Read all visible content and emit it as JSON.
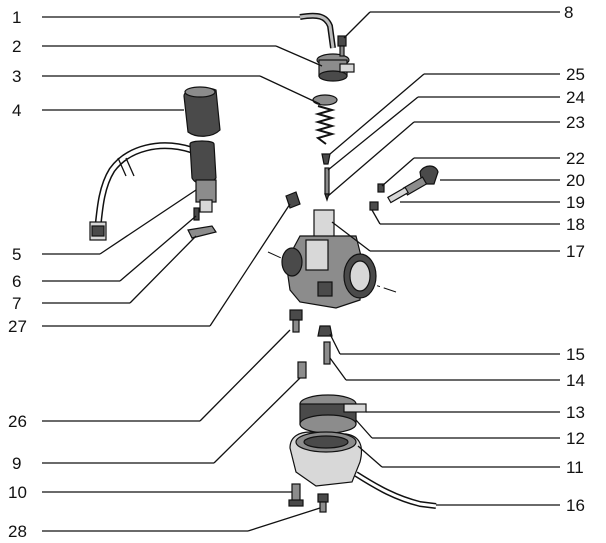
{
  "diagram": {
    "callouts": [
      {
        "id": "1",
        "label": "1"
      },
      {
        "id": "2",
        "label": "2"
      },
      {
        "id": "3",
        "label": "3"
      },
      {
        "id": "4",
        "label": "4"
      },
      {
        "id": "5",
        "label": "5"
      },
      {
        "id": "6",
        "label": "6"
      },
      {
        "id": "7",
        "label": "7"
      },
      {
        "id": "8",
        "label": "8"
      },
      {
        "id": "9",
        "label": "9"
      },
      {
        "id": "10",
        "label": "10"
      },
      {
        "id": "11",
        "label": "11"
      },
      {
        "id": "12",
        "label": "12"
      },
      {
        "id": "13",
        "label": "13"
      },
      {
        "id": "14",
        "label": "14"
      },
      {
        "id": "15",
        "label": "15"
      },
      {
        "id": "16",
        "label": "16"
      },
      {
        "id": "17",
        "label": "17"
      },
      {
        "id": "18",
        "label": "18"
      },
      {
        "id": "19",
        "label": "19"
      },
      {
        "id": "20",
        "label": "20"
      },
      {
        "id": "22",
        "label": "22"
      },
      {
        "id": "23",
        "label": "23"
      },
      {
        "id": "24",
        "label": "24"
      },
      {
        "id": "25",
        "label": "25"
      },
      {
        "id": "26",
        "label": "26"
      },
      {
        "id": "27",
        "label": "27"
      },
      {
        "id": "28",
        "label": "28"
      }
    ]
  }
}
